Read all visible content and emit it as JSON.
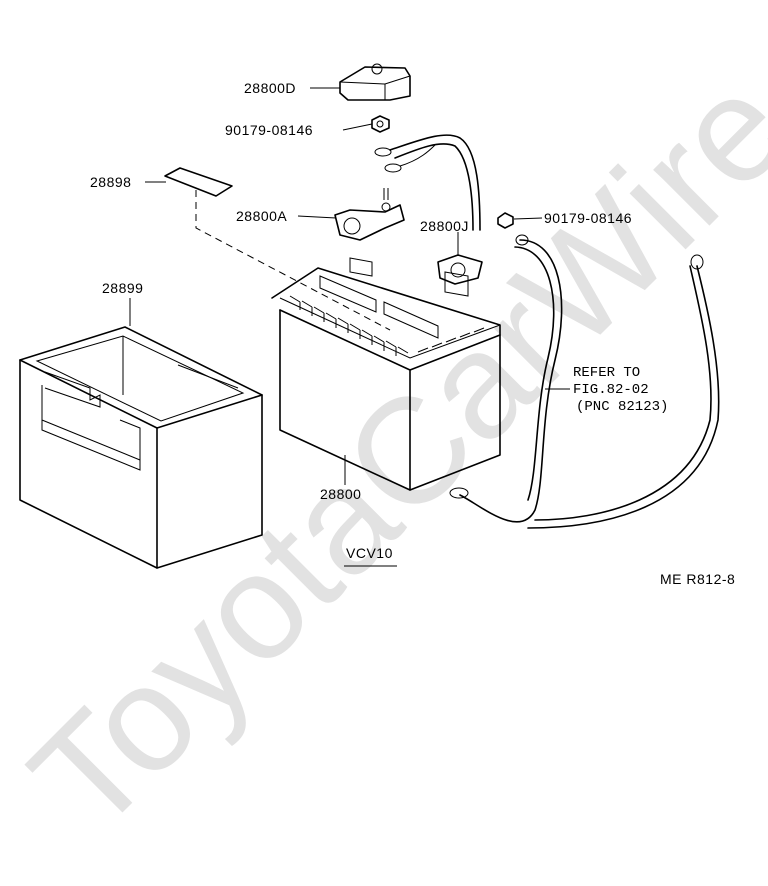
{
  "watermark": "ToyotaCarWire.ru",
  "labels": {
    "p288000": "28800D",
    "bolt_top": "90179-08146",
    "p28898": "28898",
    "p28800a": "28800A",
    "p28800j": "28800J",
    "bolt_right": "90179-08146",
    "p28899": "28899",
    "p28800": "28800",
    "refer_line1": "REFER TO",
    "refer_line2": "FIG.82-02",
    "refer_line3": "(PNC 82123)",
    "model": "VCV10",
    "figure_ref": "ME R812-8"
  }
}
